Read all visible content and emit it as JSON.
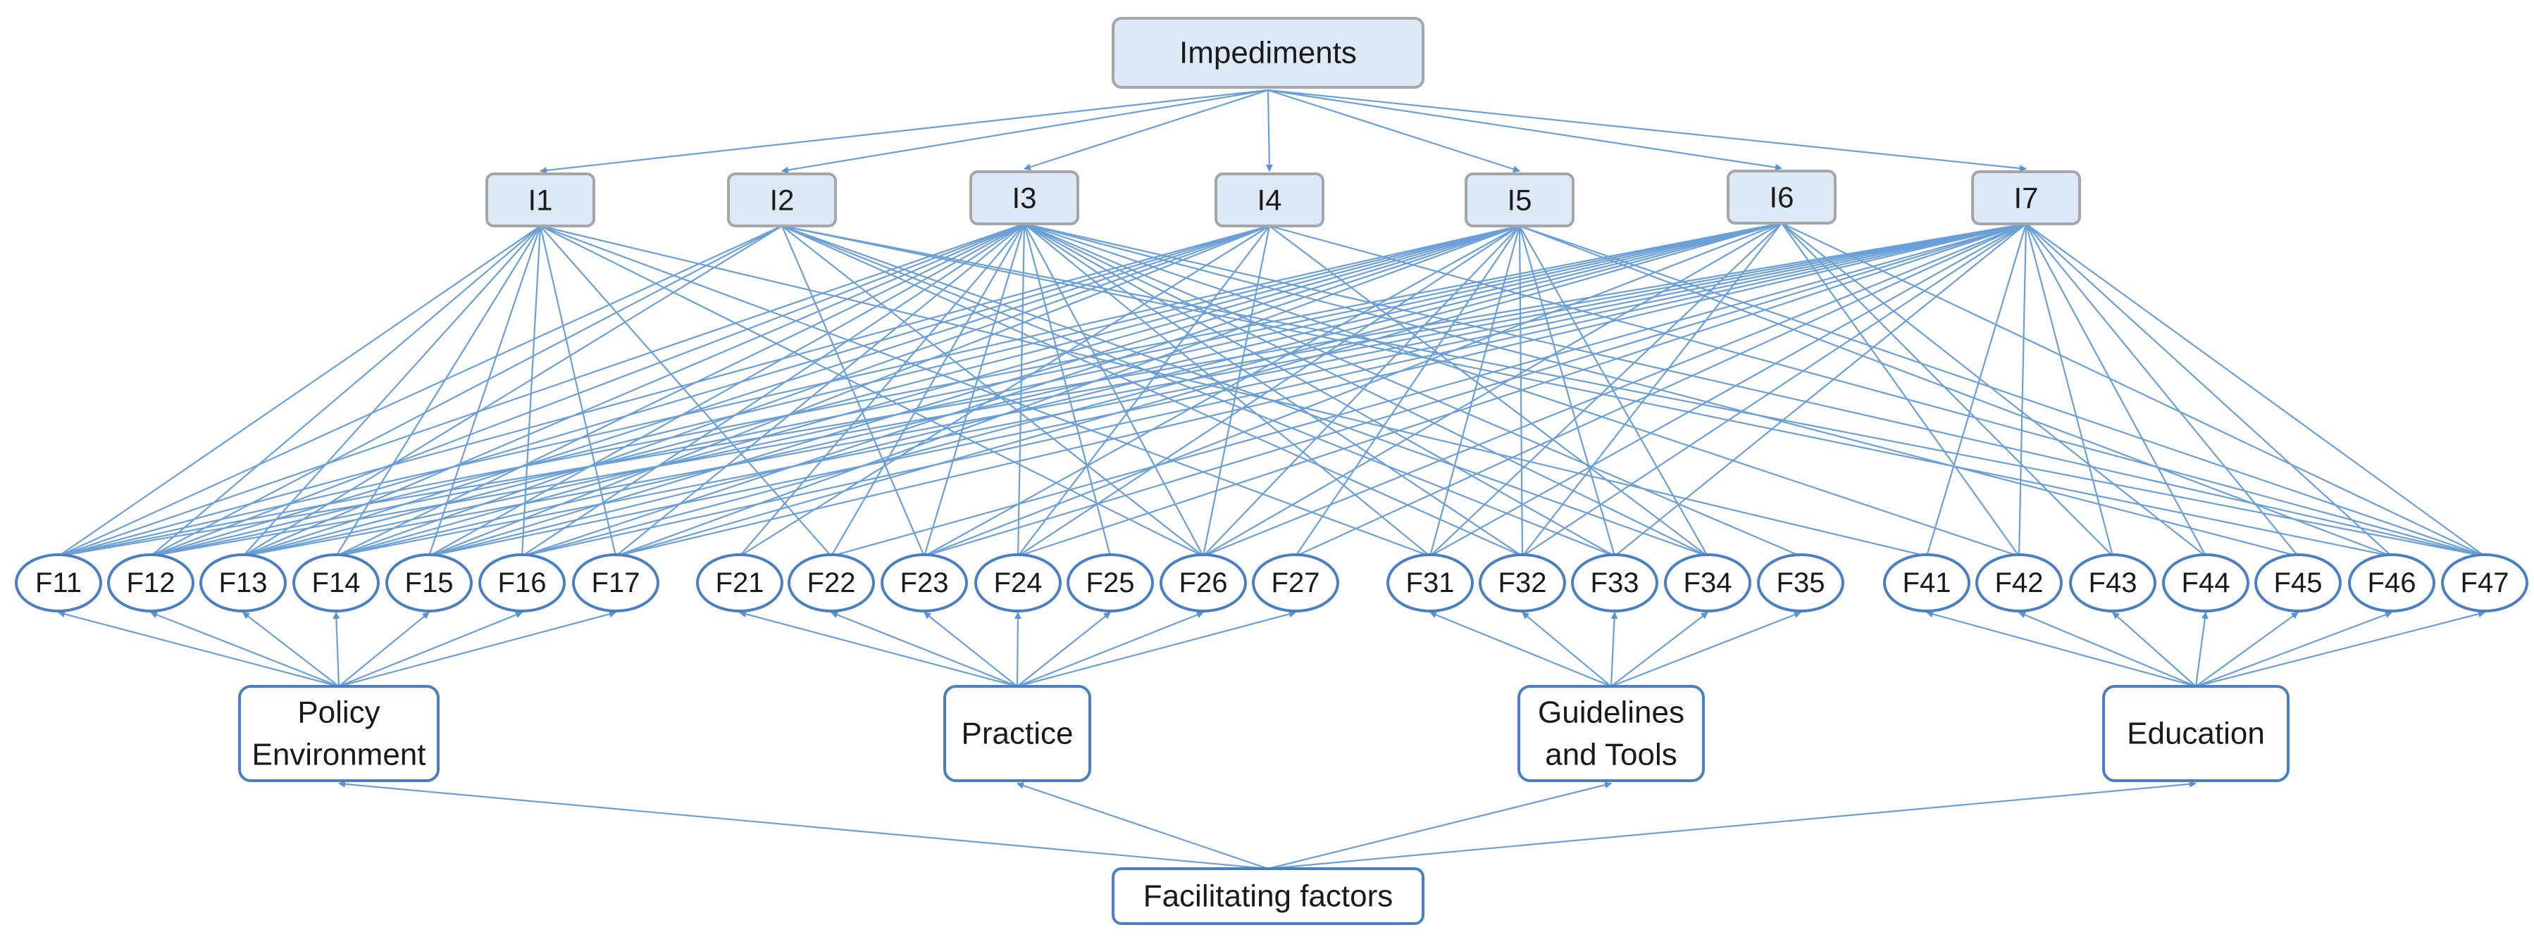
{
  "colors": {
    "line": "#6a9fd8",
    "arrow": "#5b92d1",
    "top_fill": "#dde9f6",
    "top_stroke": "#a6a6a6",
    "node_stroke": "#4a7fc4"
  },
  "top_node": {
    "label": "Impediments"
  },
  "impediments": [
    {
      "id": "I1",
      "label": "I1"
    },
    {
      "id": "I2",
      "label": "I2"
    },
    {
      "id": "I3",
      "label": "I3"
    },
    {
      "id": "I4",
      "label": "I4"
    },
    {
      "id": "I5",
      "label": "I5"
    },
    {
      "id": "I6",
      "label": "I6"
    },
    {
      "id": "I7",
      "label": "I7"
    }
  ],
  "categories": [
    {
      "id": "C1",
      "lines": [
        "Policy",
        "Environment"
      ]
    },
    {
      "id": "C2",
      "lines": [
        "Practice"
      ]
    },
    {
      "id": "C3",
      "lines": [
        "Guidelines",
        "and Tools"
      ]
    },
    {
      "id": "C4",
      "lines": [
        "Education"
      ]
    }
  ],
  "factors": [
    {
      "id": "F11",
      "label": "F11",
      "category": "C1"
    },
    {
      "id": "F12",
      "label": "F12",
      "category": "C1"
    },
    {
      "id": "F13",
      "label": "F13",
      "category": "C1"
    },
    {
      "id": "F14",
      "label": "F14",
      "category": "C1"
    },
    {
      "id": "F15",
      "label": "F15",
      "category": "C1"
    },
    {
      "id": "F16",
      "label": "F16",
      "category": "C1"
    },
    {
      "id": "F17",
      "label": "F17",
      "category": "C1"
    },
    {
      "id": "F21",
      "label": "F21",
      "category": "C2"
    },
    {
      "id": "F22",
      "label": "F22",
      "category": "C2"
    },
    {
      "id": "F23",
      "label": "F23",
      "category": "C2"
    },
    {
      "id": "F24",
      "label": "F24",
      "category": "C2"
    },
    {
      "id": "F25",
      "label": "F25",
      "category": "C2"
    },
    {
      "id": "F26",
      "label": "F26",
      "category": "C2"
    },
    {
      "id": "F27",
      "label": "F27",
      "category": "C2"
    },
    {
      "id": "F31",
      "label": "F31",
      "category": "C3"
    },
    {
      "id": "F32",
      "label": "F32",
      "category": "C3"
    },
    {
      "id": "F33",
      "label": "F33",
      "category": "C3"
    },
    {
      "id": "F34",
      "label": "F34",
      "category": "C3"
    },
    {
      "id": "F35",
      "label": "F35",
      "category": "C3"
    },
    {
      "id": "F41",
      "label": "F41",
      "category": "C4"
    },
    {
      "id": "F42",
      "label": "F42",
      "category": "C4"
    },
    {
      "id": "F43",
      "label": "F43",
      "category": "C4"
    },
    {
      "id": "F44",
      "label": "F44",
      "category": "C4"
    },
    {
      "id": "F45",
      "label": "F45",
      "category": "C4"
    },
    {
      "id": "F46",
      "label": "F46",
      "category": "C4"
    },
    {
      "id": "F47",
      "label": "F47",
      "category": "C4"
    }
  ],
  "bottom_node": {
    "label": "Facilitating factors"
  },
  "impediment_links": {
    "I1": [
      "F11",
      "F12",
      "F13",
      "F14",
      "F15",
      "F16",
      "F17",
      "F22",
      "F26",
      "F31",
      "F41"
    ],
    "I2": [
      "F11",
      "F12",
      "F13",
      "F23",
      "F26",
      "F32",
      "F33",
      "F34",
      "F46",
      "F47"
    ],
    "I3": [
      "F11",
      "F12",
      "F13",
      "F14",
      "F15",
      "F16",
      "F17",
      "F21",
      "F22",
      "F23",
      "F24",
      "F25",
      "F26",
      "F31",
      "F32",
      "F33",
      "F34",
      "F35",
      "F42",
      "F45",
      "F47"
    ],
    "I4": [
      "F11",
      "F12",
      "F13",
      "F14",
      "F15",
      "F21",
      "F24",
      "F26",
      "F34",
      "F47"
    ],
    "I5": [
      "F11",
      "F12",
      "F13",
      "F14",
      "F15",
      "F16",
      "F17",
      "F23",
      "F24",
      "F26",
      "F27",
      "F31",
      "F32",
      "F33",
      "F34",
      "F46",
      "F47"
    ],
    "I6": [
      "F11",
      "F12",
      "F13",
      "F14",
      "F15",
      "F16",
      "F17",
      "F23",
      "F26",
      "F31",
      "F32",
      "F42",
      "F43",
      "F44",
      "F47"
    ],
    "I7": [
      "F11",
      "F12",
      "F13",
      "F14",
      "F15",
      "F16",
      "F17",
      "F22",
      "F23",
      "F24",
      "F26",
      "F27",
      "F31",
      "F32",
      "F33",
      "F41",
      "F42",
      "F43",
      "F44",
      "F45",
      "F46",
      "F47"
    ]
  }
}
